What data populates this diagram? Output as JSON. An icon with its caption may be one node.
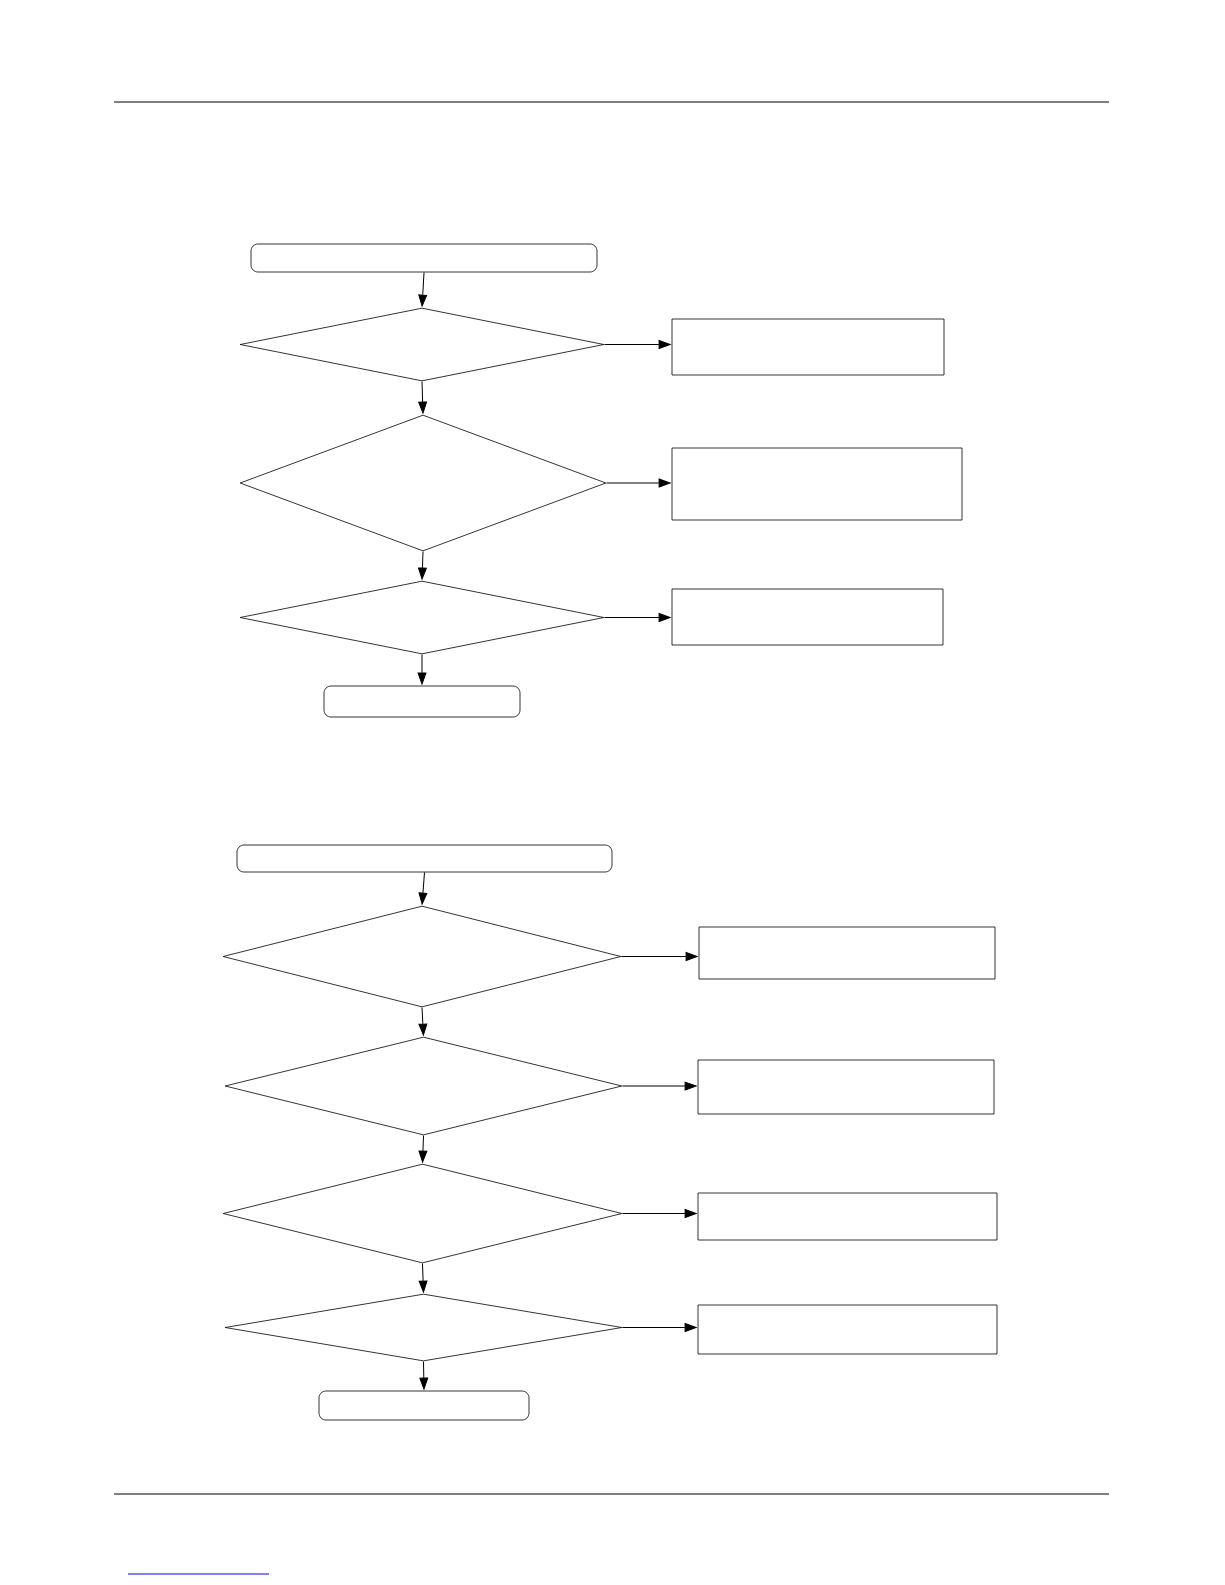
{
  "diagram": {
    "nodes": [
      {
        "text": [],
        "shape": "capsule"
      },
      {
        "text": [],
        "shape": "diamond"
      },
      {
        "text": [],
        "shape": "box"
      },
      {
        "text": [],
        "shape": "diamond"
      },
      {
        "text": [],
        "shape": "box"
      },
      {
        "text": [],
        "shape": "diamond"
      },
      {
        "text": [],
        "shape": "box"
      },
      {
        "text": [],
        "shape": "capsule"
      },
      {
        "text": [],
        "shape": "capsule"
      },
      {
        "text": [],
        "shape": "diamond"
      },
      {
        "text": [],
        "shape": "box"
      },
      {
        "text": [],
        "shape": "diamond"
      },
      {
        "text": [],
        "shape": "box"
      },
      {
        "text": [],
        "shape": "diamond"
      },
      {
        "text": [],
        "shape": "box"
      },
      {
        "text": [],
        "shape": "diamond"
      },
      {
        "text": [],
        "shape": "box"
      },
      {
        "text": [],
        "shape": "capsule"
      }
    ],
    "edges": [
      {
        "from": 0,
        "to": 1,
        "arrow": "to"
      },
      {
        "from": 1,
        "to": 2,
        "arrow": "to"
      },
      {
        "from": 1,
        "to": 3,
        "arrow": "to"
      },
      {
        "from": 3,
        "to": 4,
        "arrow": "to"
      },
      {
        "from": 3,
        "to": 5,
        "arrow": "to"
      },
      {
        "from": 5,
        "to": 6,
        "arrow": "to"
      },
      {
        "from": 5,
        "to": 7,
        "arrow": "to"
      },
      {
        "from": 8,
        "to": 9,
        "arrow": "to"
      },
      {
        "from": 9,
        "to": 10,
        "arrow": "to"
      },
      {
        "from": 9,
        "to": 11,
        "arrow": "to"
      },
      {
        "from": 11,
        "to": 12,
        "arrow": "to"
      },
      {
        "from": 11,
        "to": 13,
        "arrow": "to"
      },
      {
        "from": 13,
        "to": 14,
        "arrow": "to"
      },
      {
        "from": 13,
        "to": 15,
        "arrow": "to"
      },
      {
        "from": 15,
        "to": 16,
        "arrow": "to"
      },
      {
        "from": 15,
        "to": 17,
        "arrow": "to"
      }
    ]
  }
}
